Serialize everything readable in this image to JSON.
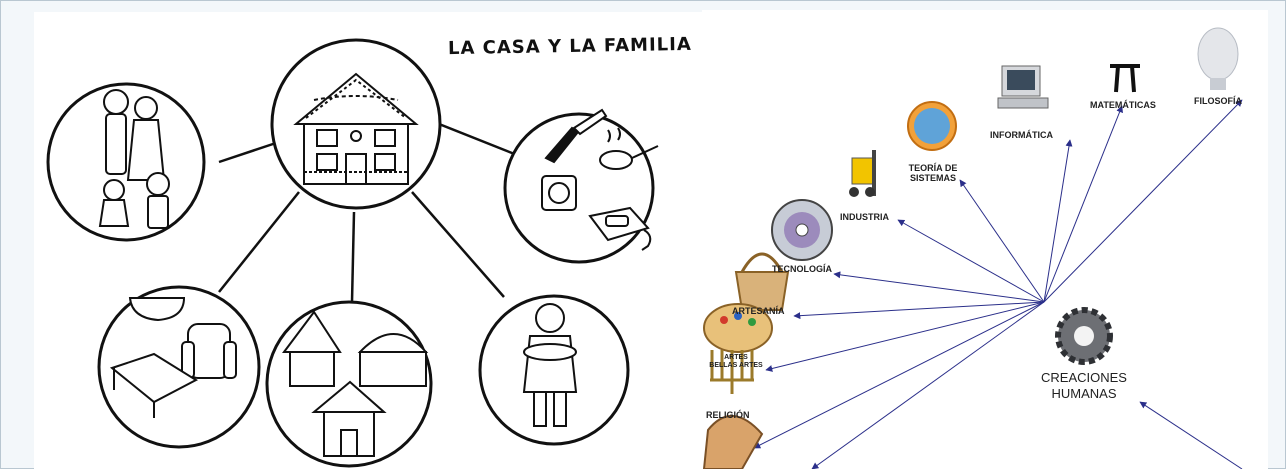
{
  "left_diagram": {
    "title": "LA CASA  Y LA FAMILIA"
  },
  "right_diagram": {
    "center": {
      "line1": "CREACIONES",
      "line2": "HUMANAS"
    },
    "nodes": {
      "filosofia": "FILOSOFÍA",
      "matematicas": "MATEMÁTICAS",
      "informatica": "INFORMÁTICA",
      "teoria_1": "TEORÍA DE",
      "teoria_2": "SISTEMAS",
      "industria": "INDUSTRIA",
      "tecnologia": "TECNOLOGÍA",
      "artesania": "ARTESANÍA",
      "arte_1": "ARTES",
      "arte_2": "BELLAS ARTES",
      "religion": "RELIGIÓN"
    }
  }
}
